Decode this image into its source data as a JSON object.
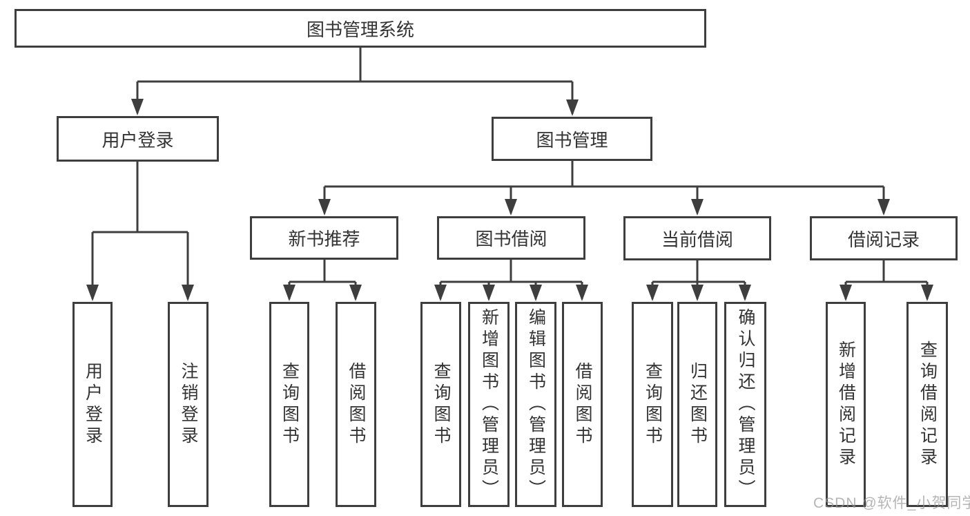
{
  "diagram": {
    "root": {
      "label": "图书管理系统"
    },
    "branches": [
      {
        "label": "用户登录",
        "children": [
          {
            "label": "用户登录"
          },
          {
            "label": "注销登录"
          }
        ]
      },
      {
        "label": "图书管理",
        "groups": [
          {
            "label": "新书推荐",
            "children": [
              {
                "label": "查询图书"
              },
              {
                "label": "借阅图书"
              }
            ]
          },
          {
            "label": "图书借阅",
            "children": [
              {
                "label": "查询图书"
              },
              {
                "label": "新增图书（管理员）"
              },
              {
                "label": "编辑图书（管理员）"
              },
              {
                "label": "借阅图书"
              }
            ]
          },
          {
            "label": "当前借阅",
            "children": [
              {
                "label": "查询图书"
              },
              {
                "label": "归还图书"
              },
              {
                "label": "确认归还（管理员）"
              }
            ]
          },
          {
            "label": "借阅记录",
            "children": [
              {
                "label": "新增借阅记录"
              },
              {
                "label": "查询借阅记录"
              }
            ]
          }
        ]
      }
    ]
  },
  "watermark": {
    "text": "CSDN @软件_小贺同学"
  },
  "colors": {
    "line": "#3e3e3e",
    "text": "#333333",
    "watermark": "#b0b0b0",
    "background": "#ffffff"
  }
}
